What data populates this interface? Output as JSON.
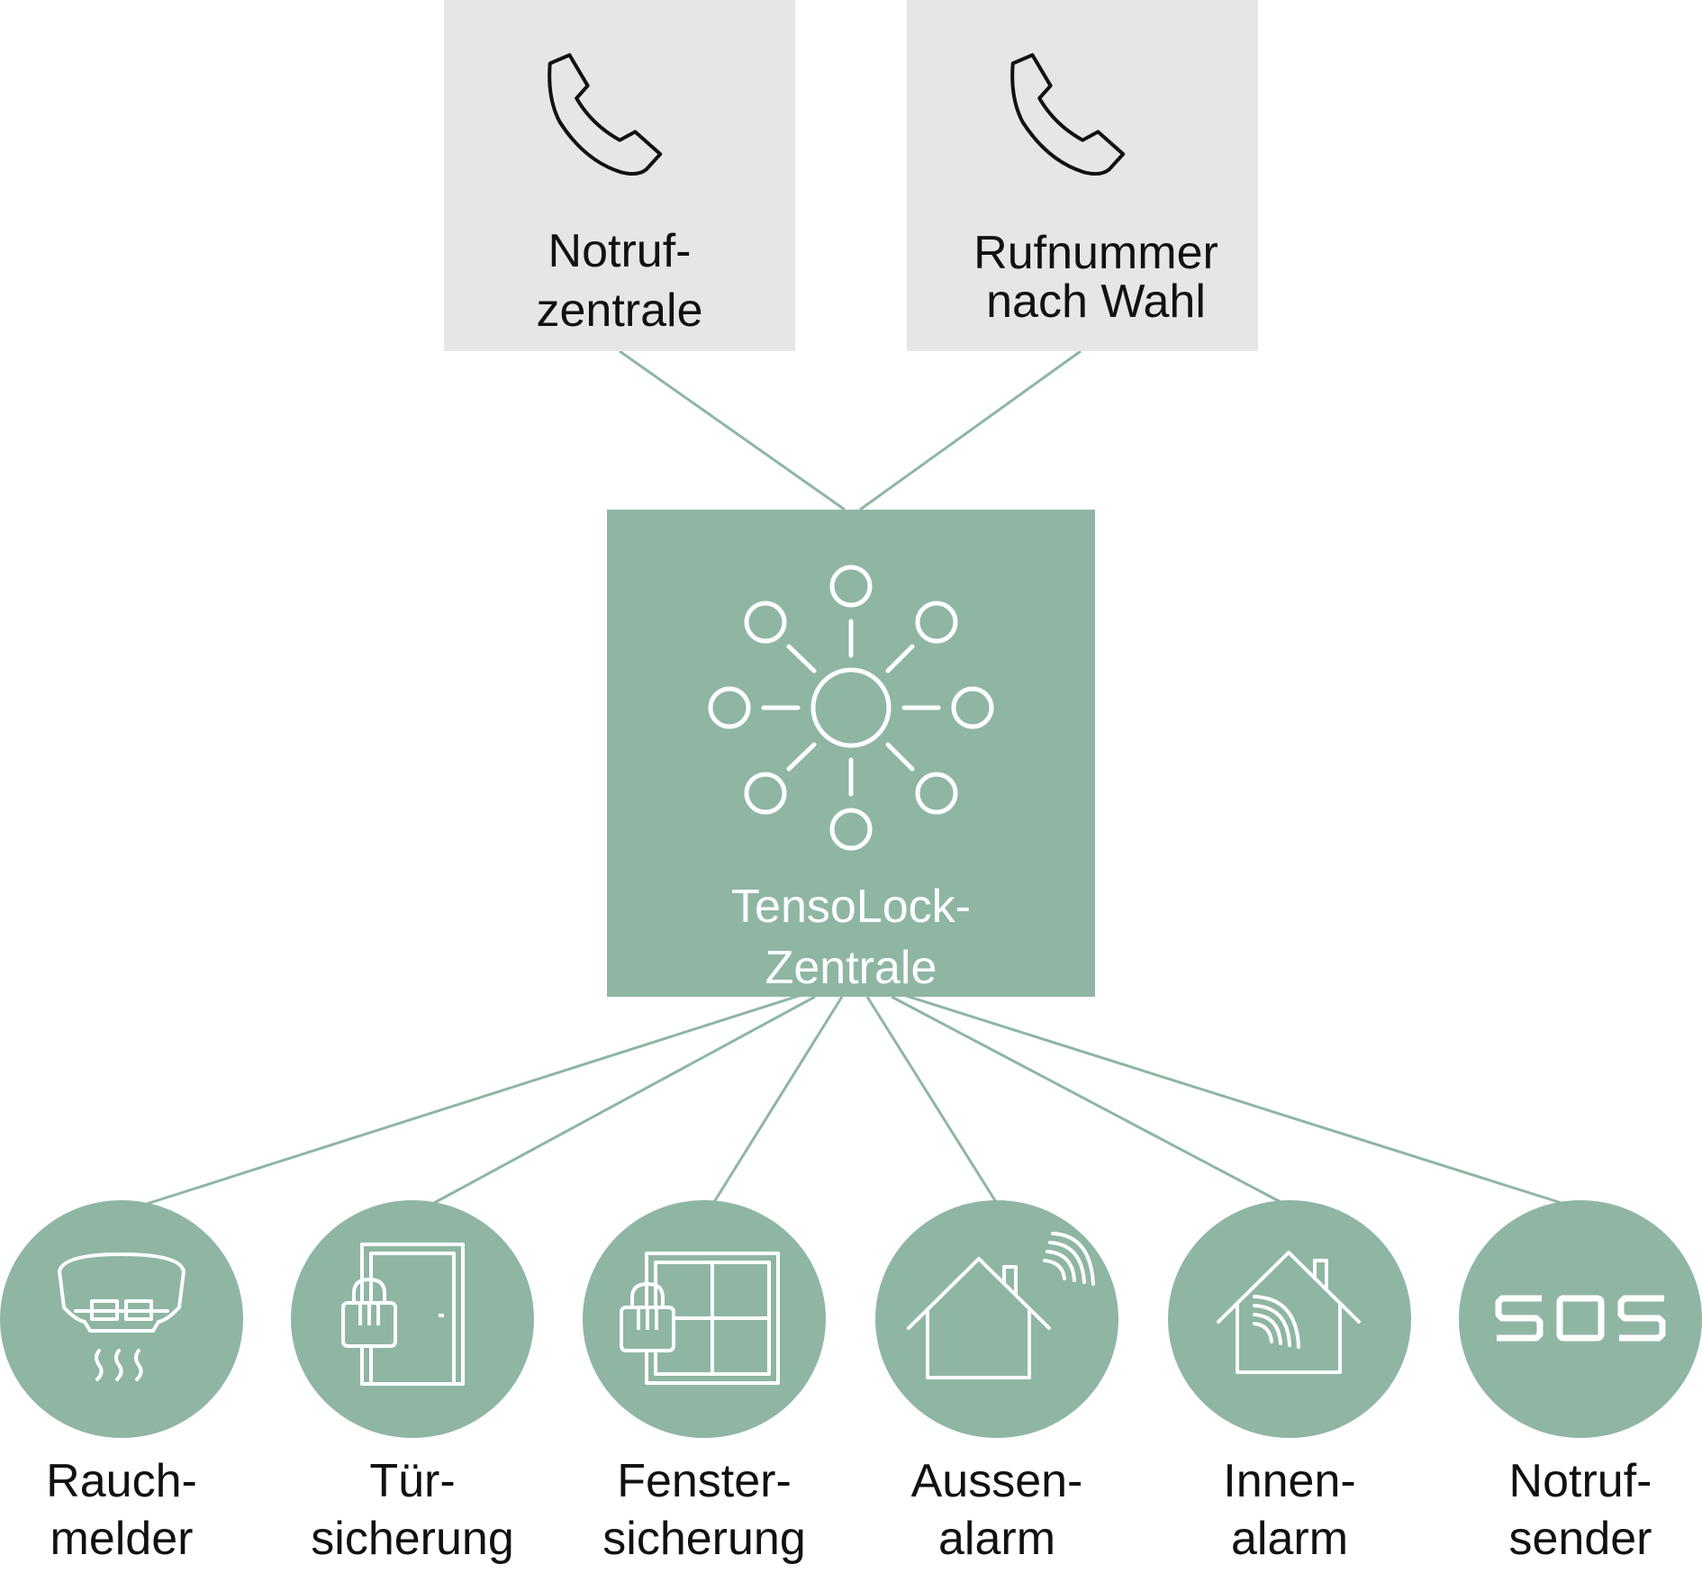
{
  "colors": {
    "accent": "#8fb6a3",
    "box_grey": "#e6e6e4",
    "line": "#8fb6a3",
    "icon_dark": "#111111",
    "icon_light": "#ffffff"
  },
  "top_boxes": [
    {
      "line1": "Notruf-",
      "line2": "zentrale",
      "icon": "phone-icon"
    },
    {
      "line1": "Rufnummer",
      "line2": "nach Wahl",
      "icon": "phone-icon"
    }
  ],
  "center": {
    "line1": "TensoLock-",
    "line2": "Zentrale",
    "icon": "network-hub-icon"
  },
  "devices": [
    {
      "line1": "Rauch-",
      "line2": "melder",
      "icon": "smoke-detector-icon"
    },
    {
      "line1": "Tür-",
      "line2": "sicherung",
      "icon": "door-lock-icon"
    },
    {
      "line1": "Fenster-",
      "line2": "sicherung",
      "icon": "window-lock-icon"
    },
    {
      "line1": "Aussen-",
      "line2": "alarm",
      "icon": "outdoor-alarm-icon"
    },
    {
      "line1": "Innen-",
      "line2": "alarm",
      "icon": "indoor-alarm-icon"
    },
    {
      "line1": "Notruf-",
      "line2": "sender",
      "icon": "sos-icon",
      "icon_text": "SOS"
    }
  ]
}
